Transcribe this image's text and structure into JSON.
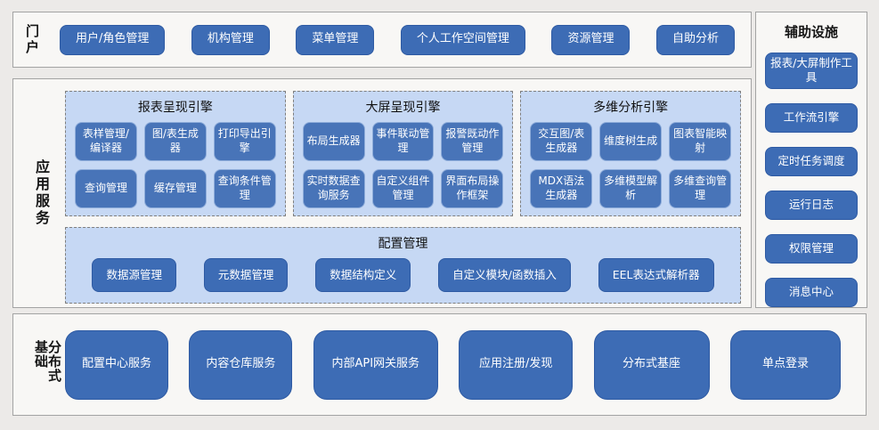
{
  "sections": {
    "portal": {
      "label": "门户",
      "buttons": [
        "用户/角色管理",
        "机构管理",
        "菜单管理",
        "个人工作空间管理",
        "资源管理",
        "自助分析"
      ]
    },
    "app_services": {
      "label": "应用服务",
      "engines": [
        {
          "title": "报表呈现引擎",
          "items": [
            "表样管理/编译器",
            "图/表生成器",
            "打印导出引擎",
            "查询管理",
            "缓存管理",
            "查询条件管理"
          ]
        },
        {
          "title": "大屏呈现引擎",
          "items": [
            "布局生成器",
            "事件联动管理",
            "报警既动作管理",
            "实时数据查询服务",
            "自定义组件管理",
            "界面布局操作框架"
          ]
        },
        {
          "title": "多维分析引擎",
          "items": [
            "交互图/表生成器",
            "维度树生成",
            "图表智能映射",
            "MDX语法生成器",
            "多维模型解析",
            "多维查询管理"
          ]
        }
      ],
      "config": {
        "title": "配置管理",
        "items": [
          "数据源管理",
          "元数据管理",
          "数据结构定义",
          "自定义模块/函数插入",
          "EEL表达式解析器"
        ]
      }
    },
    "auxiliary": {
      "title": "辅助设施",
      "buttons": [
        "报表/大屏制作工具",
        "工作流引擎",
        "定时任务调度",
        "运行日志",
        "权限管理",
        "消息中心"
      ]
    },
    "distributed": {
      "label": "分布式基础",
      "buttons": [
        "配置中心服务",
        "内容仓库服务",
        "内部API网关服务",
        "应用注册/发现",
        "分布式基座",
        "单点登录"
      ]
    }
  },
  "colors": {
    "button_blue": "#3d6cb5",
    "button_border": "#2e5aa3",
    "small_button_blue": "#4874b8",
    "small_button_border": "#8fadda",
    "panel_light_blue": "#c6d8f4",
    "panel_dashed_border": "#7f7f7f",
    "section_background": "#f8f7f5",
    "section_border": "#a3a3a3",
    "page_background": "#eceae8",
    "text_on_blue": "#ffffff",
    "text_dark": "#151515"
  }
}
